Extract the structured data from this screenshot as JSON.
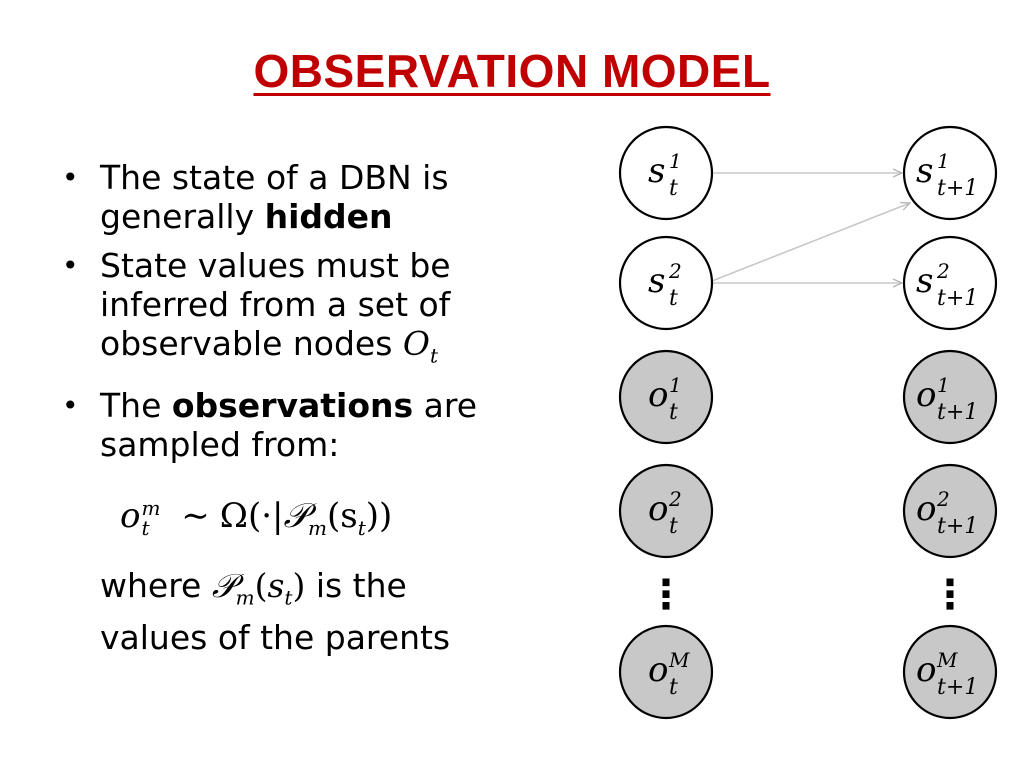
{
  "slide": {
    "title": "OBSERVATION MODEL"
  },
  "bullets": [
    {
      "pre": "The state of a DBN is generally ",
      "bold": "hidden",
      "post": ""
    },
    {
      "pre": "State values must be inferred from a set of observable nodes ",
      "bold": "",
      "post": "",
      "math": "O",
      "math_sub": "t"
    },
    {
      "pre": "The ",
      "bold": "observations",
      "post": " are sampled from:"
    }
  ],
  "formula": {
    "lhs_base": "o",
    "lhs_sup": "m",
    "lhs_sub": "t",
    "rel": "∼",
    "rhs_pre": "Ω(·|",
    "rhs_P": "𝒫",
    "rhs_P_sub": "m",
    "rhs_arg": "(s",
    "rhs_arg_sub": "t",
    "rhs_close": "))"
  },
  "where_text": {
    "pre": "where ",
    "P": "𝒫",
    "P_sub": "m",
    "arg": "(s",
    "arg_sub": "t",
    "arg_close": ")",
    "post": " is the values of the parents"
  },
  "diagram": {
    "nodes_left": [
      {
        "base": "s",
        "sup": "1",
        "sub": "t",
        "observed": false
      },
      {
        "base": "s",
        "sup": "2",
        "sub": "t",
        "observed": false
      },
      {
        "base": "o",
        "sup": "1",
        "sub": "t",
        "observed": true
      },
      {
        "base": "o",
        "sup": "2",
        "sub": "t",
        "observed": true
      },
      {
        "base": "o",
        "sup": "M",
        "sub": "t",
        "observed": true
      }
    ],
    "nodes_right": [
      {
        "base": "s",
        "sup": "1",
        "sub": "t+1",
        "observed": false
      },
      {
        "base": "s",
        "sup": "2",
        "sub": "t+1",
        "observed": false
      },
      {
        "base": "o",
        "sup": "1",
        "sub": "t+1",
        "observed": true
      },
      {
        "base": "o",
        "sup": "2",
        "sub": "t+1",
        "observed": true
      },
      {
        "base": "o",
        "sup": "M",
        "sub": "t+1",
        "observed": true
      }
    ],
    "ellipsis": "⋮",
    "colors": {
      "title": "#c00000",
      "observed_fill": "#c8c8c8",
      "hidden_fill": "#ffffff",
      "edge": "#c8c8c8"
    }
  }
}
